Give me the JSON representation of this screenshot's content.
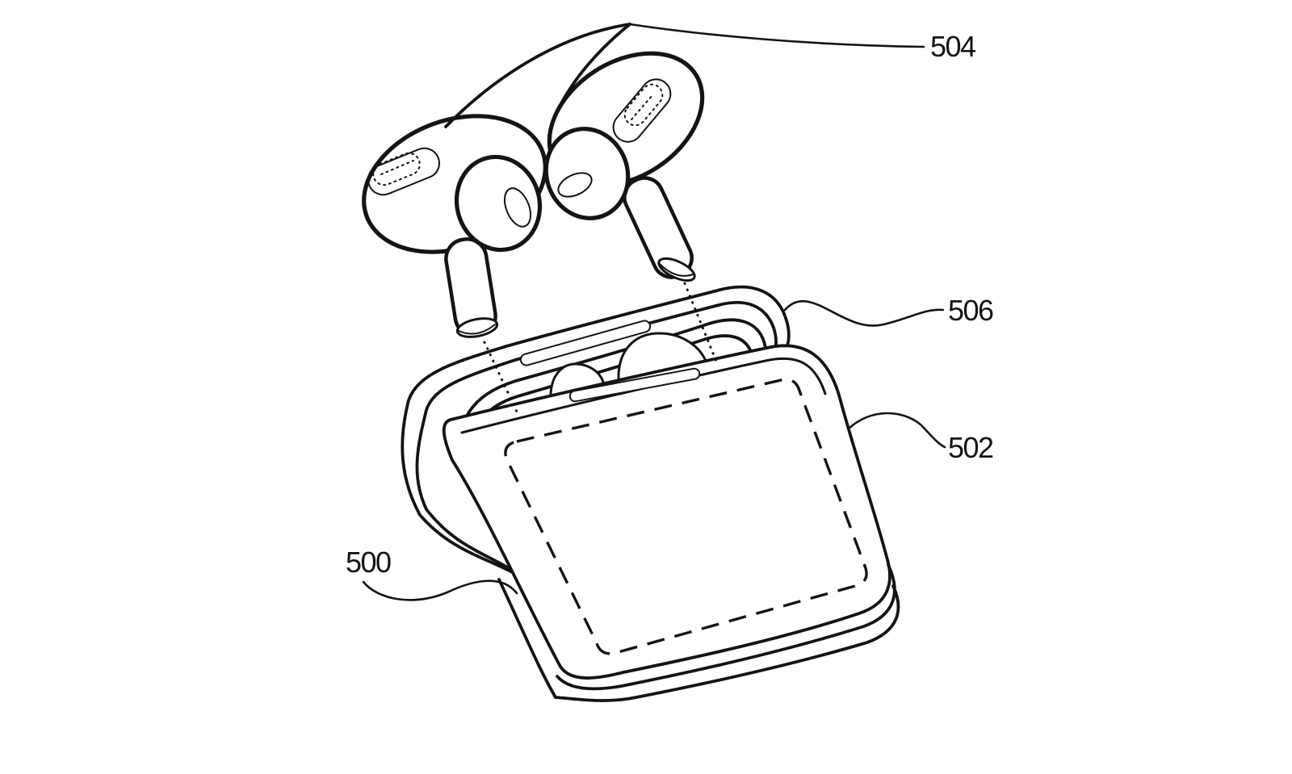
{
  "figure": {
    "description": "Patent-style line drawing: two wireless earbuds above an open charging case that has a dashed touch-display region on its front face",
    "background": "#ffffff",
    "line_color": "#141414",
    "labels": [
      {
        "ref": "504",
        "part": "earbuds"
      },
      {
        "ref": "506",
        "part": "case-lid"
      },
      {
        "ref": "502",
        "part": "display-region"
      },
      {
        "ref": "500",
        "part": "case-body"
      }
    ]
  }
}
